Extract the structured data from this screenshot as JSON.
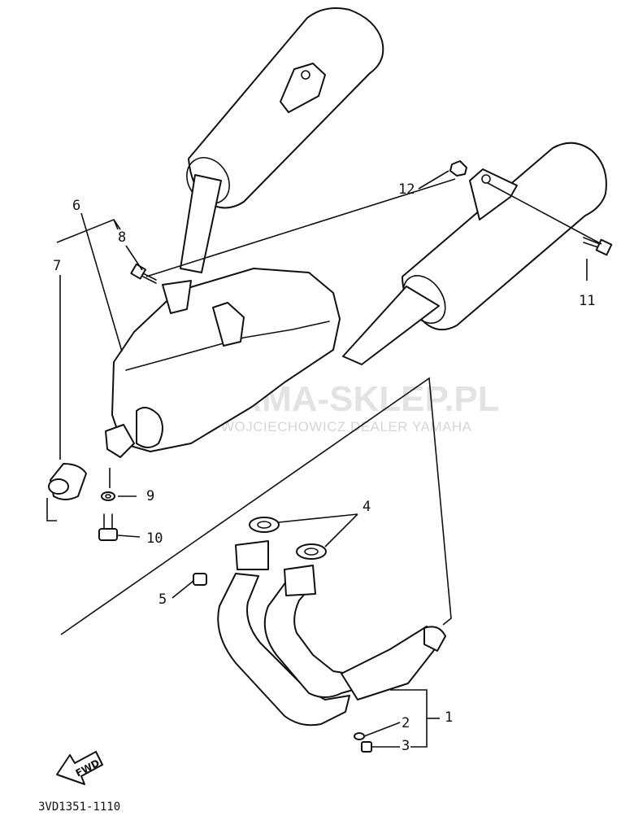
{
  "watermark": {
    "title": "YAMA-SKLEP.PL",
    "subtitle": "WOJCIECHOWICZ DEALER YAMAHA",
    "logo_color": "#f4b6b6"
  },
  "callouts": [
    "1",
    "2",
    "3",
    "4",
    "5",
    "6",
    "7",
    "8",
    "9",
    "10",
    "11",
    "12"
  ],
  "fwd_label": "FWD",
  "diagram_code": "3VD1351-1110"
}
